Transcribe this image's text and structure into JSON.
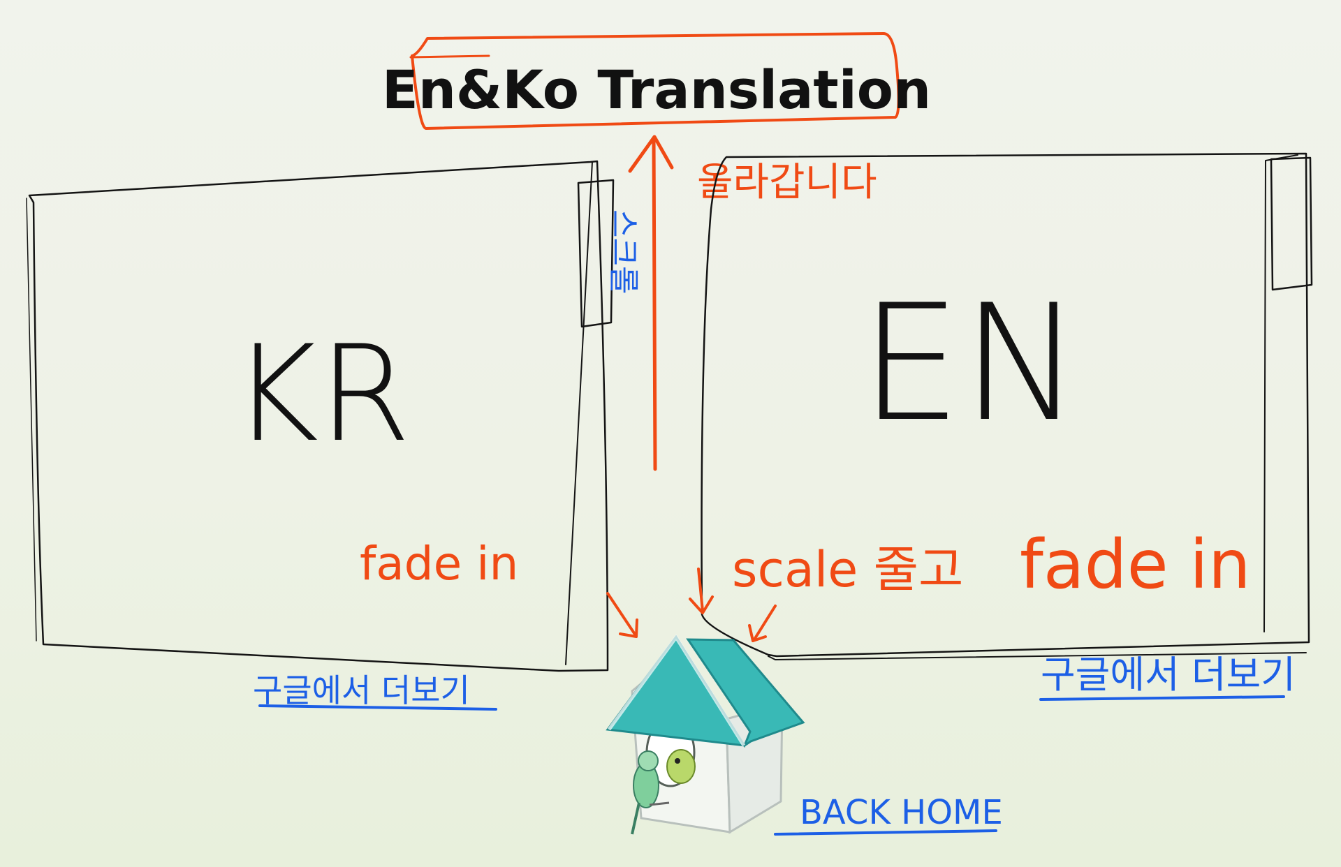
{
  "title": {
    "label": "En&Ko Translation"
  },
  "panels": {
    "kr": {
      "label": "KR",
      "scrollbar_note": "스크롤",
      "animation_note": "fade in",
      "more_link": "구글에서 더보기"
    },
    "en": {
      "label": "EN",
      "animation_note": "fade in",
      "more_link": "구글에서 더보기"
    }
  },
  "arrow_note": "올라갑니다",
  "house": {
    "animation_note": "scale 줄고",
    "back_home_link": "BACK HOME"
  },
  "colors": {
    "background": "#eef2e6",
    "ink": "#141414",
    "annotation": "#f04a14",
    "link": "#1c5fe6",
    "roof": "#39b9b6"
  }
}
